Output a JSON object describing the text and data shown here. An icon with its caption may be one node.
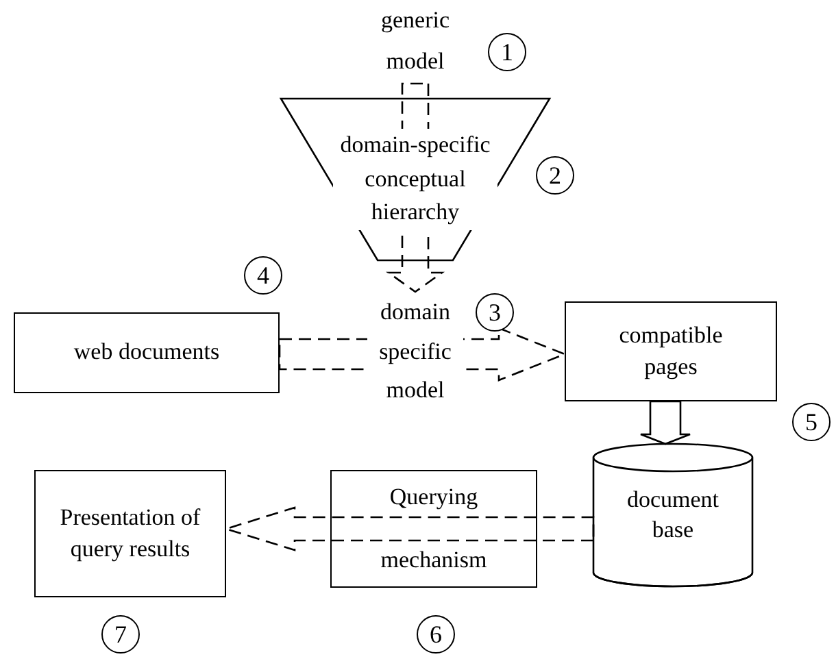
{
  "diagram": {
    "nodes": [
      {
        "text": [
          "generic model"
        ]
      },
      {
        "text": [
          "domain-specific conceptual hierarchy"
        ]
      },
      {
        "text": [
          "domain specific model"
        ]
      },
      {
        "text": [
          "web documents"
        ]
      },
      {
        "text": [
          "compatible pages"
        ]
      },
      {
        "text": [
          "document base"
        ]
      },
      {
        "text": [
          "Querying mechanism"
        ]
      },
      {
        "text": [
          "Presentation of query results"
        ]
      }
    ],
    "edges": [
      {
        "from": 0,
        "to": 2,
        "arrow": "to",
        "style": "dashed"
      },
      {
        "from": 3,
        "to": 4,
        "arrow": "to",
        "style": "dashed"
      },
      {
        "from": 4,
        "to": 5,
        "arrow": "to"
      },
      {
        "from": 5,
        "to": 7,
        "arrow": "to",
        "style": "dashed"
      }
    ],
    "labels": [
      "1",
      "2",
      "3",
      "4",
      "5",
      "6",
      "7"
    ]
  }
}
